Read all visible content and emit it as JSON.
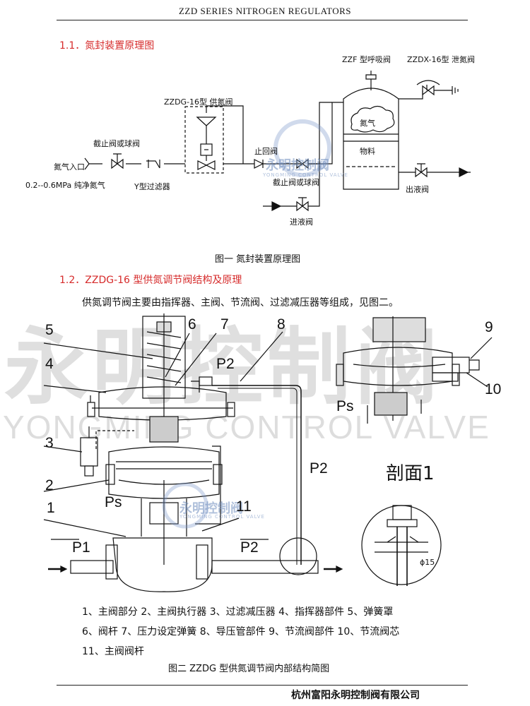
{
  "header": {
    "title": "ZZD SERIES NITROGEN REGULATORS"
  },
  "section1": {
    "heading": "1.1．氮封装置原理图",
    "labels": {
      "zzf": "ZZF 型呼吸阀",
      "zzdx": "ZZDX-16型 泄氮阀",
      "zzdg": "ZZDG-16型 供氮阀",
      "stop_valve": "截止阀或球阀",
      "nitrogen_inlet": "氮气入口",
      "check_valve": "止回阀",
      "nitrogen_gas": "氮气",
      "material": "物料",
      "pressure": "0.2--0.6MPa 纯净氮气",
      "y_filter": "Y型过滤器",
      "stop_valve2": "截止阀或球阀",
      "outlet_valve": "出液阀",
      "inlet_valve": "进液阀"
    },
    "caption": "图一    氮封装置原理图"
  },
  "section2": {
    "heading": "1.2．ZZDG-16 型供氮调节阀结构及原理",
    "intro": "供氮调节阀主要由指挥器、主阀、节流阀、过滤减压器等组成，见图二。",
    "callouts": [
      "1",
      "2",
      "3",
      "4",
      "5",
      "6",
      "7",
      "8",
      "9",
      "10",
      "11"
    ],
    "pressure_labels": {
      "p1": "P1",
      "p2_main": "P2",
      "p2_top": "P2",
      "p2_right": "P2",
      "ps_left": "Ps",
      "ps_right": "Ps"
    },
    "section_label": "剖面1",
    "diameter_label": "ϕ15",
    "legend": [
      "1、主阀部分   2、主阀执行器   3、过滤减压器   4、指挥器部件   5、弹簧罩",
      "6、阀杆   7、压力设定弹簧   8、导压管部件   9、节流阀部件   10、节流阀芯",
      "11、主阀阀杆"
    ],
    "caption": "图二   ZZDG 型供氮调节阀内部结构简图"
  },
  "watermark": {
    "big": "永明控制阀",
    "sub": "YONGMING CONTROL VALVE",
    "small": "永明控制阀",
    "small_sub": "YONGMING CONTROL VALVE"
  },
  "footer": {
    "company": "杭州富阳永明控制阀有限公司"
  }
}
